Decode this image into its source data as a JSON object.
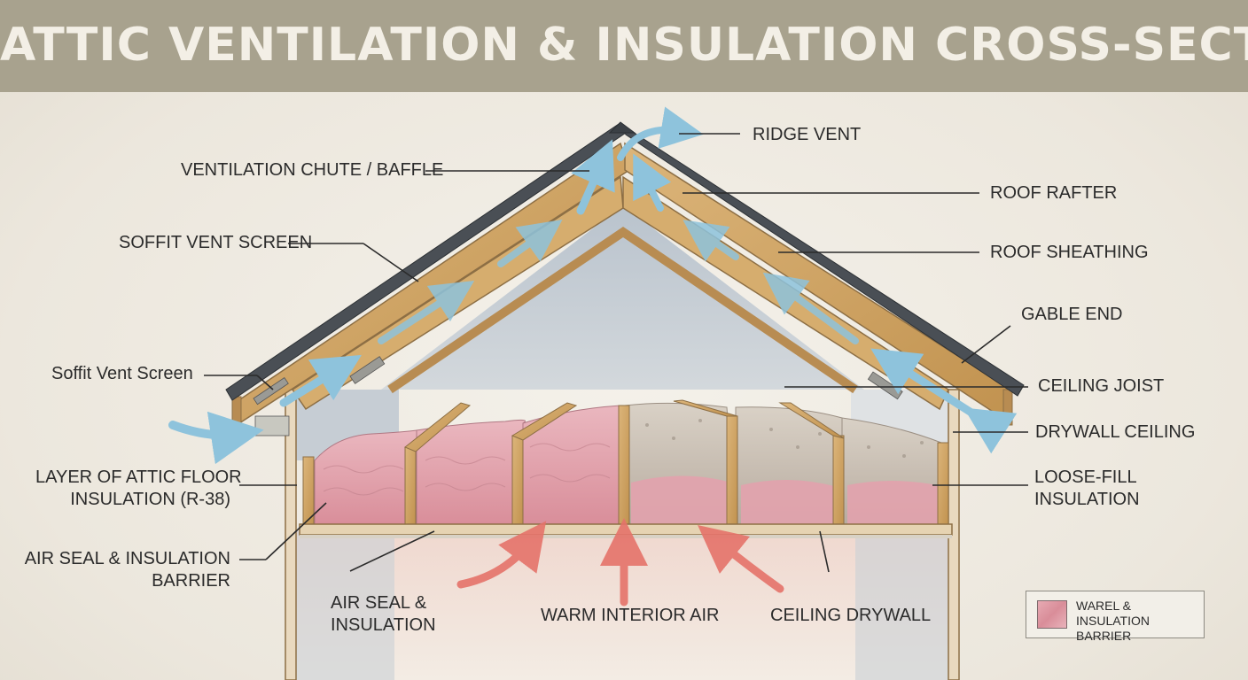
{
  "title": "ATTIC VENTILATION & INSULATION CROSS-SECTION",
  "labels": {
    "ridge_vent": "RIDGE VENT",
    "ventilation_chute": "VENTILATION CHUTE / BAFFLE",
    "roof_rafter": "ROOF RAFTER",
    "soffit_vent_screen_upper": "SOFFIT VENT SCREEN",
    "roof_sheathing": "ROOF SHEATHING",
    "gable_end": "GABLE END",
    "soffit_vent_screen_lower": "Soffit Vent Screen",
    "ceiling_joist": "CEILING JOIST",
    "drywall_ceiling": "DRYWALL CEILING",
    "attic_floor_insulation_line1": "LAYER OF ATTIC FLOOR",
    "attic_floor_insulation_line2": "INSULATION (R-38)",
    "loose_fill_line1": "LOOSE-FILL",
    "loose_fill_line2": "INSULATION",
    "air_seal_barrier_line1": "AIR SEAL & INSULATION",
    "air_seal_barrier_line2": "BARRIER",
    "air_seal_insulation_line1": "AIR SEAL &",
    "air_seal_insulation_line2": "INSULATION",
    "warm_interior_air": "WARM INTERIOR AIR",
    "ceiling_drywall": "CEILING DRYWALL"
  },
  "legend": {
    "line1": "WAREL &",
    "line2": "INSULATION BARRIER"
  },
  "colors": {
    "title_bar": "#a8a28e",
    "title_text": "#f3efe6",
    "wood": "#d2a86a",
    "shingles": "#4a4f55",
    "batt_insulation": "#e2a2ad",
    "loose_fill": "#c9bfb3",
    "airflow_cool": "#8ec3dc",
    "airflow_warm": "#e5736a"
  }
}
